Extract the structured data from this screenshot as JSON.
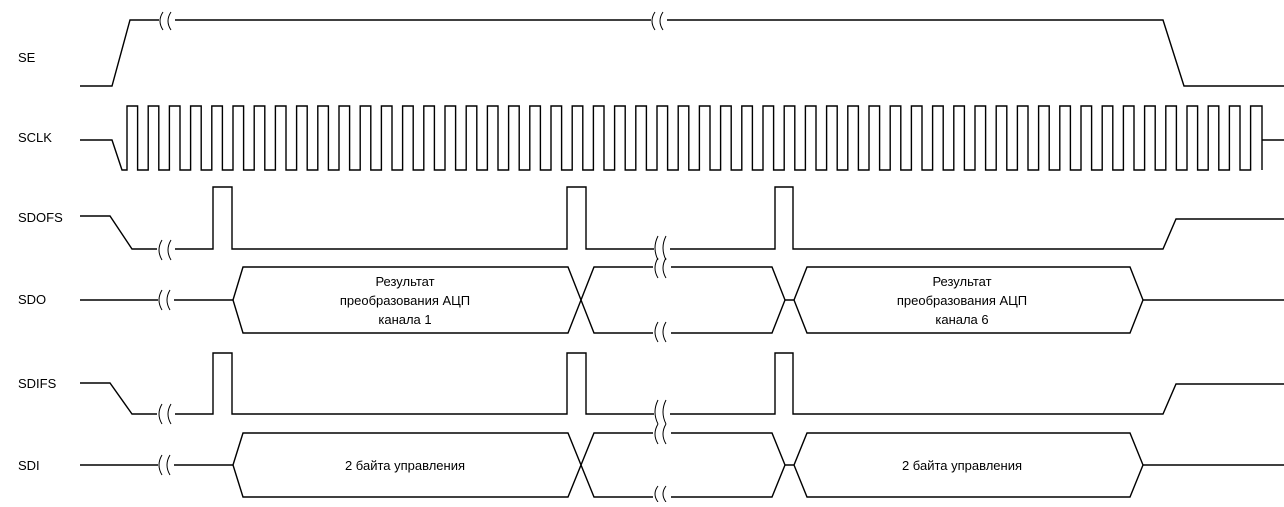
{
  "signals": {
    "se": "SE",
    "sclk": "SCLK",
    "sdofs": "SDOFS",
    "sdo": "SDO",
    "sdifs": "SDIFS",
    "sdi": "SDI"
  },
  "sdo_bus": {
    "block1": [
      "Результат",
      "преобразования АЦП",
      "канала 1"
    ],
    "block3": [
      "Результат",
      "преобразования АЦП",
      "канала 6"
    ]
  },
  "sdi_bus": {
    "block1": "2 байта управления",
    "block3": "2 байта управления"
  }
}
